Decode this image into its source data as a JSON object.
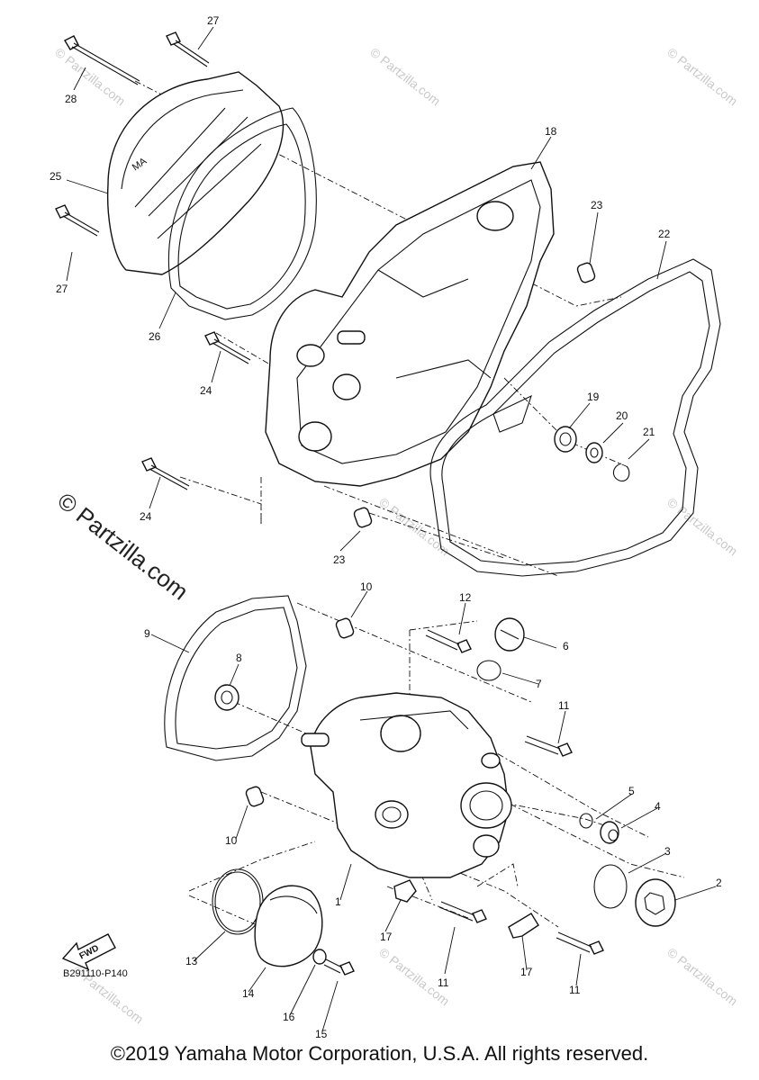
{
  "diagram": {
    "code": "B291110-P140",
    "fwd_label": "FWD",
    "copyright": "©2019 Yamaha Motor Corporation, U.S.A. All rights reserved.",
    "watermark_main": "© Partzilla.com",
    "watermark_small": "© Partzilla.com",
    "callouts": [
      "1",
      "2",
      "3",
      "4",
      "5",
      "6",
      "7",
      "8",
      "9",
      "10",
      "10",
      "11",
      "11",
      "11",
      "12",
      "13",
      "14",
      "15",
      "16",
      "17",
      "17",
      "18",
      "19",
      "20",
      "21",
      "22",
      "23",
      "23",
      "24",
      "24",
      "25",
      "26",
      "27",
      "27",
      "28"
    ]
  }
}
